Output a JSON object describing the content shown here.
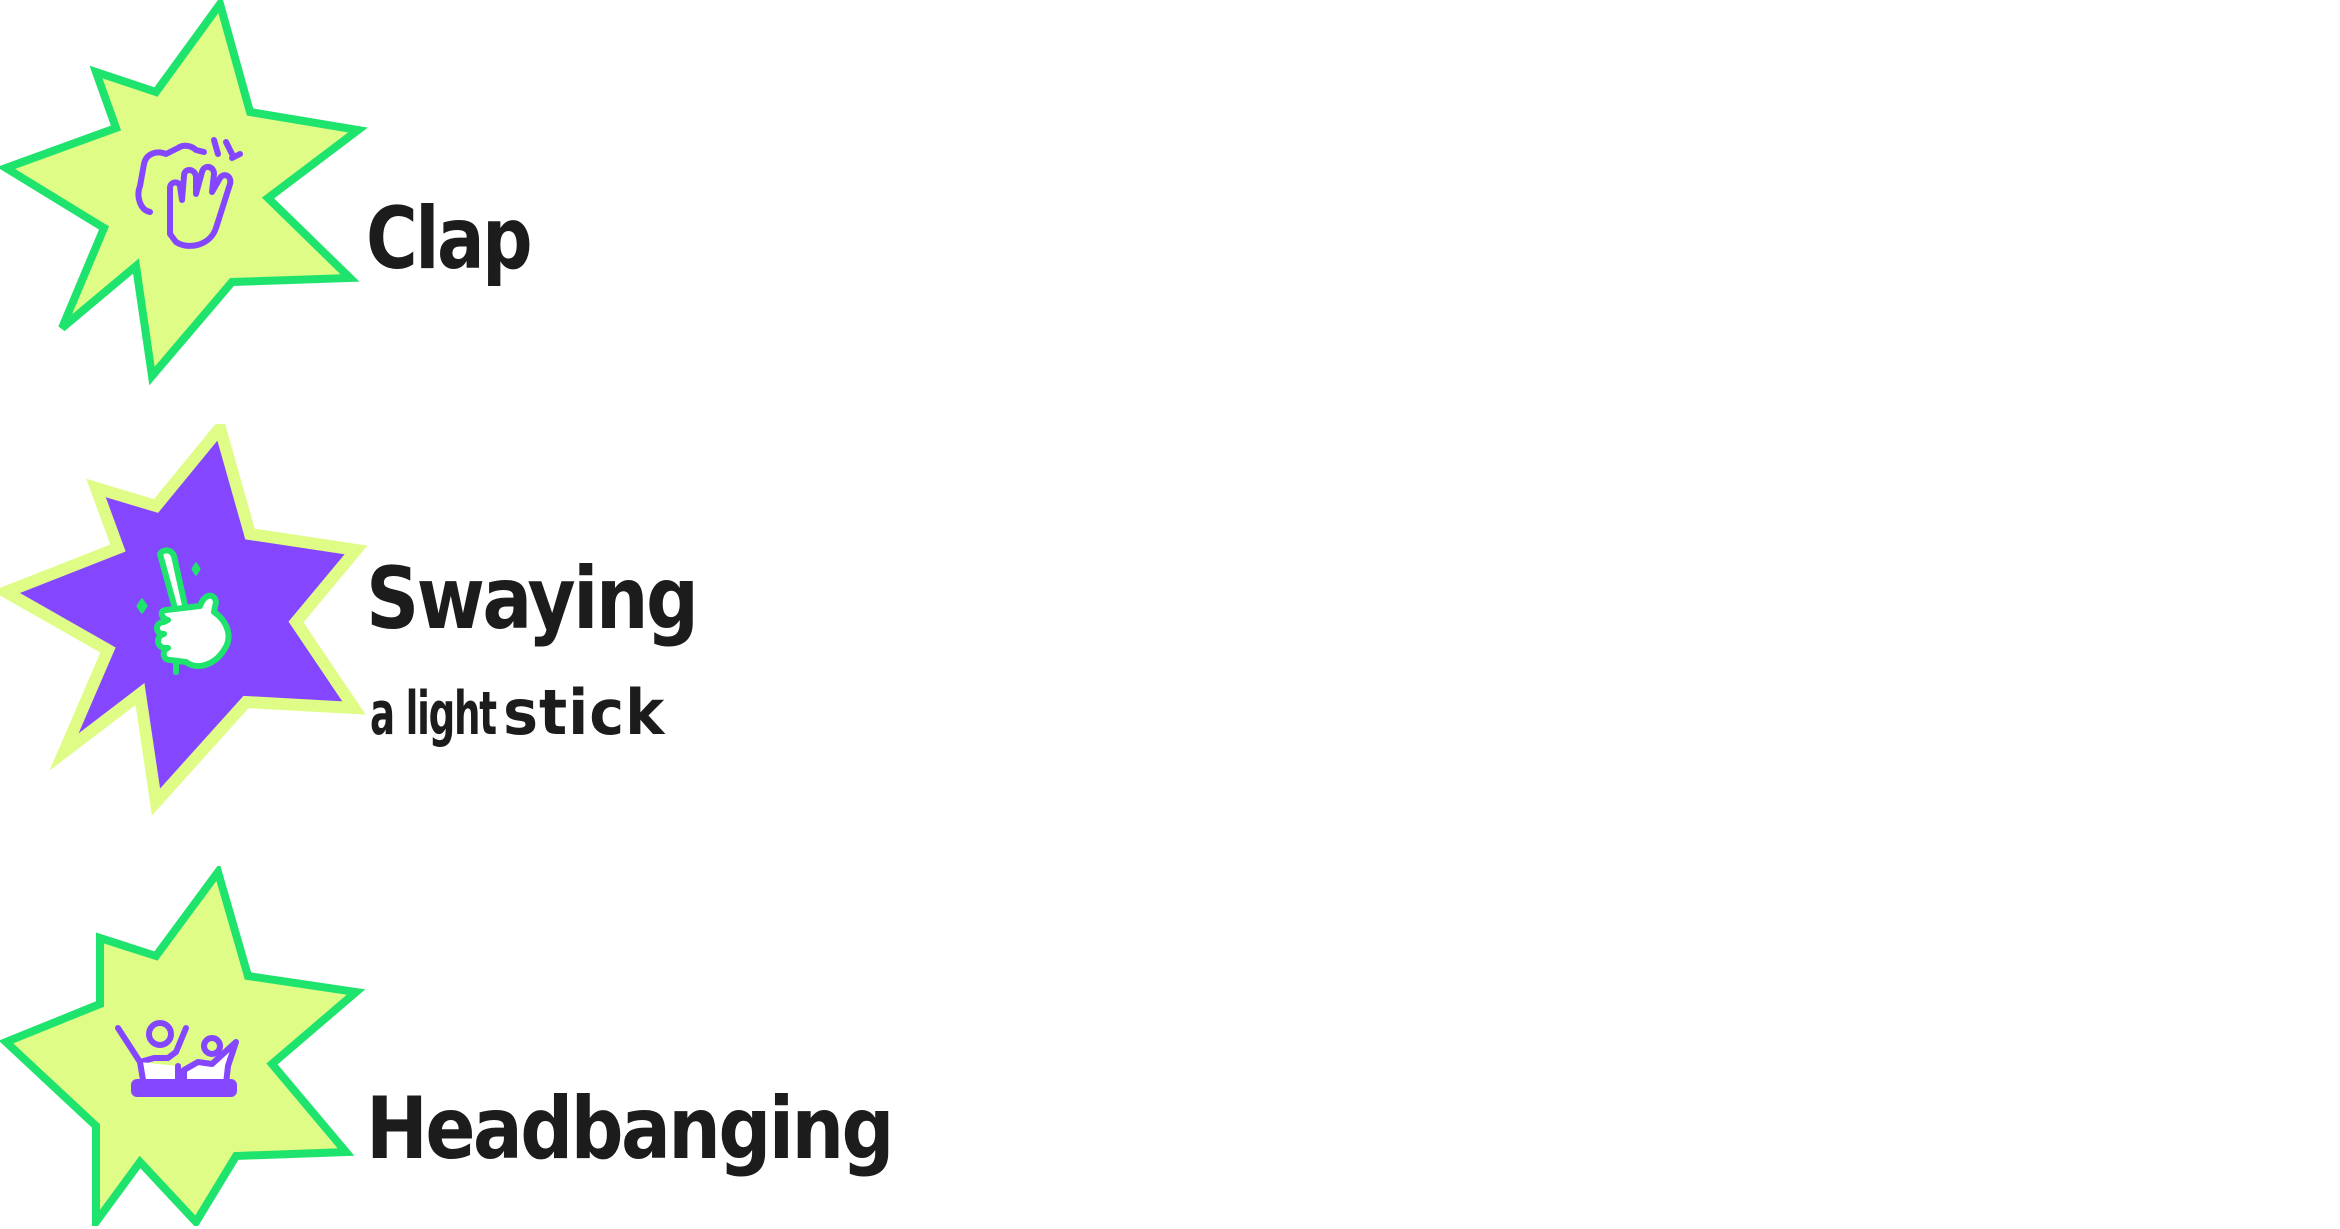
{
  "items": [
    {
      "title": "Clap",
      "icon": "clapping-hands-icon",
      "star_fill": "#dffc86",
      "star_stroke": "#1ee36d",
      "icon_color": "#8447ff"
    },
    {
      "title": "Swaying",
      "subtitle_light": "a light",
      "subtitle_bold": "stick",
      "icon": "light-stick-hand-icon",
      "star_fill": "#8447ff",
      "star_stroke": "#dffc86",
      "icon_color": "#1ee36d"
    },
    {
      "title": "Headbanging",
      "icon": "cheering-people-icon",
      "star_fill": "#dffc86",
      "star_stroke": "#1ee36d",
      "icon_color": "#8447ff"
    }
  ]
}
